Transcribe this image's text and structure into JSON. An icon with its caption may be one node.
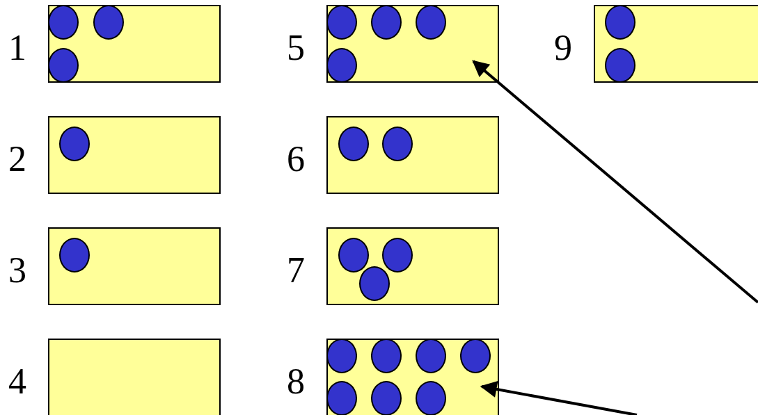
{
  "diagram": {
    "nodes": [
      {
        "text": [],
        "shape": "box",
        "beside": [
          "1"
        ]
      },
      {
        "text": [],
        "shape": "circle",
        "in": 0
      },
      {
        "text": [],
        "shape": "circle",
        "in": 0
      },
      {
        "text": [],
        "shape": "circle",
        "in": 0
      },
      {
        "text": [],
        "shape": "box",
        "beside": [
          "2"
        ]
      },
      {
        "text": [],
        "shape": "circle",
        "in": 4
      },
      {
        "text": [],
        "shape": "box",
        "beside": [
          "3"
        ]
      },
      {
        "text": [],
        "shape": "circle",
        "in": 6
      },
      {
        "text": [],
        "shape": "box",
        "beside": [
          "4"
        ]
      },
      {
        "text": [],
        "shape": "box",
        "beside": [
          "5"
        ]
      },
      {
        "text": [],
        "shape": "circle",
        "in": 9
      },
      {
        "text": [],
        "shape": "circle",
        "in": 9
      },
      {
        "text": [],
        "shape": "circle",
        "in": 9
      },
      {
        "text": [],
        "shape": "circle",
        "in": 9
      },
      {
        "text": [],
        "shape": "box",
        "beside": [
          "6"
        ]
      },
      {
        "text": [],
        "shape": "circle",
        "in": 14
      },
      {
        "text": [],
        "shape": "circle",
        "in": 14
      },
      {
        "text": [],
        "shape": "box",
        "beside": [
          "7"
        ]
      },
      {
        "text": [],
        "shape": "circle",
        "in": 17
      },
      {
        "text": [],
        "shape": "circle",
        "in": 17
      },
      {
        "text": [],
        "shape": "circle",
        "in": 17
      },
      {
        "text": [],
        "shape": "box",
        "beside": [
          "8"
        ]
      },
      {
        "text": [],
        "shape": "circle",
        "in": 21
      },
      {
        "text": [],
        "shape": "circle",
        "in": 21
      },
      {
        "text": [],
        "shape": "circle",
        "in": 21
      },
      {
        "text": [],
        "shape": "circle",
        "in": 21
      },
      {
        "text": [],
        "shape": "circle",
        "in": 21
      },
      {
        "text": [],
        "shape": "circle",
        "in": 21
      },
      {
        "text": [],
        "shape": "circle",
        "in": 21
      },
      {
        "text": [],
        "shape": "box",
        "beside": [
          "9"
        ]
      },
      {
        "text": [],
        "shape": "circle",
        "in": 29
      },
      {
        "text": [],
        "shape": "circle",
        "in": 29
      }
    ],
    "edges": [
      {
        "from": null,
        "to": 9,
        "arrow": "to"
      },
      {
        "from": null,
        "to": 21,
        "arrow": "to"
      }
    ]
  }
}
